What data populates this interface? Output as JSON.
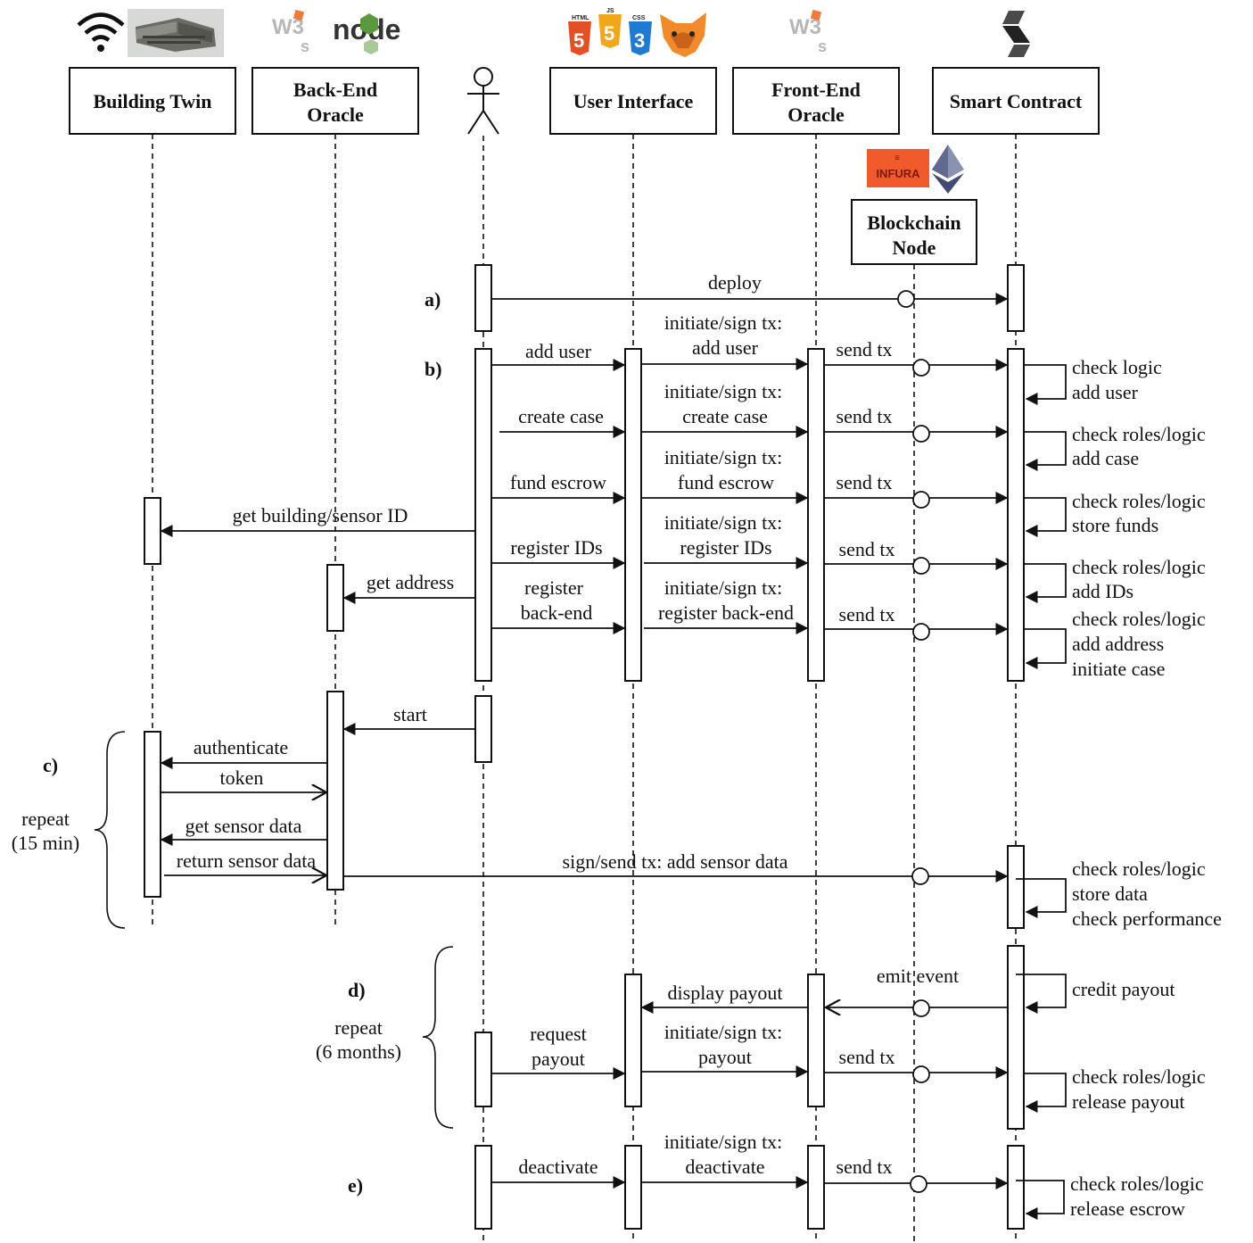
{
  "participants": [
    {
      "label_lines": [
        "Building Twin"
      ]
    },
    {
      "label_lines": [
        "Back-End",
        "Oracle"
      ]
    },
    {
      "label_lines": [
        "User Interface"
      ]
    },
    {
      "label_lines": [
        "Front-End",
        "Oracle"
      ]
    },
    {
      "label_lines": [
        "Smart Contract"
      ]
    },
    {
      "label_lines": [
        "Blockchain",
        "Node"
      ]
    }
  ],
  "logos": {
    "building": [
      "wifi-icon",
      "building-photo"
    ],
    "backend": [
      "web3js-logo",
      "nodejs-logo"
    ],
    "frontend_tech": [
      "html5-logo",
      "js-logo",
      "css3-logo",
      "metamask-logo"
    ],
    "frontend_oracle": [
      "web3js-logo"
    ],
    "contract": [
      "solidity-logo"
    ],
    "node": [
      "infura-logo",
      "ethereum-logo"
    ],
    "web3_label": "W3",
    "node_label": "node",
    "infura_label": "INFURA",
    "html_label": "HTML",
    "js_label": "JS",
    "css_label": "CSS",
    "html_num": "5",
    "js_num": "5",
    "css_num": "3"
  },
  "sections": [
    {
      "label": "a)"
    },
    {
      "label": "b)"
    },
    {
      "label": "c)",
      "repeat_lines": [
        "repeat",
        "(15 min)"
      ]
    },
    {
      "label": "d)",
      "repeat_lines": [
        "repeat",
        "(6 months)"
      ]
    },
    {
      "label": "e)"
    }
  ],
  "messages": [
    {
      "lines": [
        "deploy"
      ]
    },
    {
      "lines": [
        "add user"
      ]
    },
    {
      "lines": [
        "initiate/sign tx:",
        "add user"
      ]
    },
    {
      "lines": [
        "send tx"
      ]
    },
    {
      "lines": [
        "create case"
      ]
    },
    {
      "lines": [
        "initiate/sign tx:",
        "create case"
      ]
    },
    {
      "lines": [
        "send tx"
      ]
    },
    {
      "lines": [
        "fund escrow"
      ]
    },
    {
      "lines": [
        "initiate/sign tx:",
        "fund escrow"
      ]
    },
    {
      "lines": [
        "send tx"
      ]
    },
    {
      "lines": [
        "get building/sensor ID"
      ]
    },
    {
      "lines": [
        "register IDs"
      ]
    },
    {
      "lines": [
        "initiate/sign tx:",
        "register IDs"
      ]
    },
    {
      "lines": [
        "send tx"
      ]
    },
    {
      "lines": [
        "get address"
      ]
    },
    {
      "lines": [
        "register",
        "back-end"
      ]
    },
    {
      "lines": [
        "initiate/sign tx:",
        "register back-end"
      ]
    },
    {
      "lines": [
        "send tx"
      ]
    },
    {
      "lines": [
        "start"
      ]
    },
    {
      "lines": [
        "authenticate"
      ]
    },
    {
      "lines": [
        "token"
      ]
    },
    {
      "lines": [
        "get sensor data"
      ]
    },
    {
      "lines": [
        "return sensor data"
      ]
    },
    {
      "lines": [
        "sign/send tx: add sensor data"
      ]
    },
    {
      "lines": [
        "emit event"
      ]
    },
    {
      "lines": [
        "display payout"
      ]
    },
    {
      "lines": [
        "request",
        "payout"
      ]
    },
    {
      "lines": [
        "initiate/sign tx:",
        "payout"
      ]
    },
    {
      "lines": [
        "send tx"
      ]
    },
    {
      "lines": [
        "deactivate"
      ]
    },
    {
      "lines": [
        "initiate/sign tx:",
        "deactivate"
      ]
    },
    {
      "lines": [
        "send tx"
      ]
    }
  ],
  "self_calls": [
    {
      "lines": [
        "check logic",
        "add user"
      ]
    },
    {
      "lines": [
        "check roles/logic",
        "add case"
      ]
    },
    {
      "lines": [
        "check roles/logic",
        "store funds"
      ]
    },
    {
      "lines": [
        "check roles/logic",
        "add IDs"
      ]
    },
    {
      "lines": [
        "check roles/logic",
        "add address",
        "initiate case"
      ]
    },
    {
      "lines": [
        "check roles/logic",
        "store data",
        "check performance"
      ]
    },
    {
      "lines": [
        "credit payout"
      ]
    },
    {
      "lines": [
        "check roles/logic",
        "release payout"
      ]
    },
    {
      "lines": [
        "check roles/logic",
        "release escrow"
      ]
    }
  ]
}
